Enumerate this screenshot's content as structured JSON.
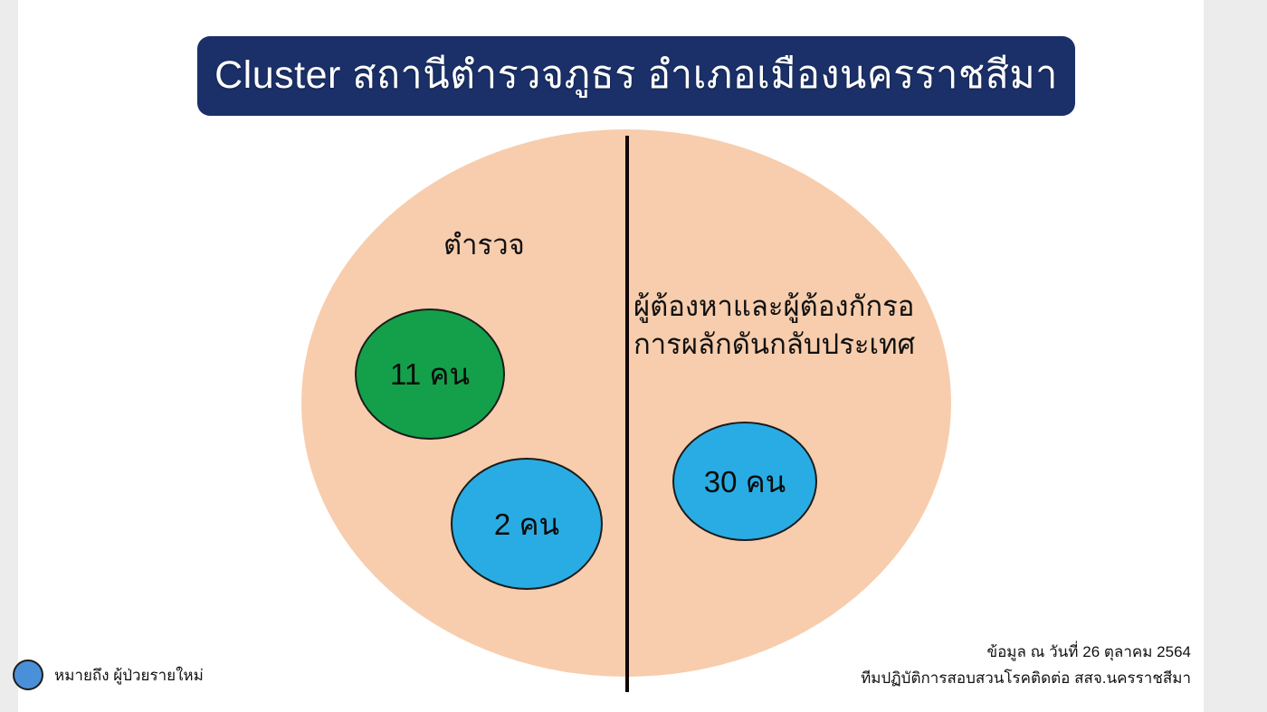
{
  "slide": {
    "title": "Cluster สถานีตำรวจภูธร อำเภอเมืองนครราชสีมา",
    "title_bar_color": "#1b3068",
    "title_text_color": "#ffffff",
    "canvas_color": "#ffffff",
    "page_background_color": "#ececec"
  },
  "diagram": {
    "type": "cluster-venn",
    "container": {
      "name": "cluster-area",
      "fill_color": "#f7cdad",
      "shape": "ellipse"
    },
    "divider": {
      "orientation": "vertical",
      "color": "#140404"
    },
    "groups": [
      {
        "label": "ตำรวจ",
        "side": "left"
      },
      {
        "label": "ผู้ต้องหาและผู้ต้องกักรอ\nการผลักดันกลับประเทศ",
        "side": "right"
      }
    ],
    "nodes": [
      {
        "value": 11,
        "unit": "คน",
        "text": "11 คน",
        "color": "#14a04a",
        "group": "ตำรวจ",
        "status": "existing-case"
      },
      {
        "value": 2,
        "unit": "คน",
        "text": "2 คน",
        "color": "#29ace3",
        "group": "ตำรวจ",
        "status": "new-case"
      },
      {
        "value": 30,
        "unit": "คน",
        "text": "30 คน",
        "color": "#29ace3",
        "group": "ผู้ต้องหาและผู้ต้องกักรอการผลักดันกลับประเทศ",
        "status": "new-case"
      }
    ]
  },
  "footer": {
    "line1": "ข้อมูล ณ วันที่ 26 ตุลาคม 2564",
    "line2": "ทีมปฏิบัติการสอบสวนโรคติดต่อ สสจ.นครราชสีมา"
  },
  "legend": {
    "swatch_color": "#4a90d9",
    "label": "หมายถึง ผู้ป่วยรายใหม่"
  }
}
